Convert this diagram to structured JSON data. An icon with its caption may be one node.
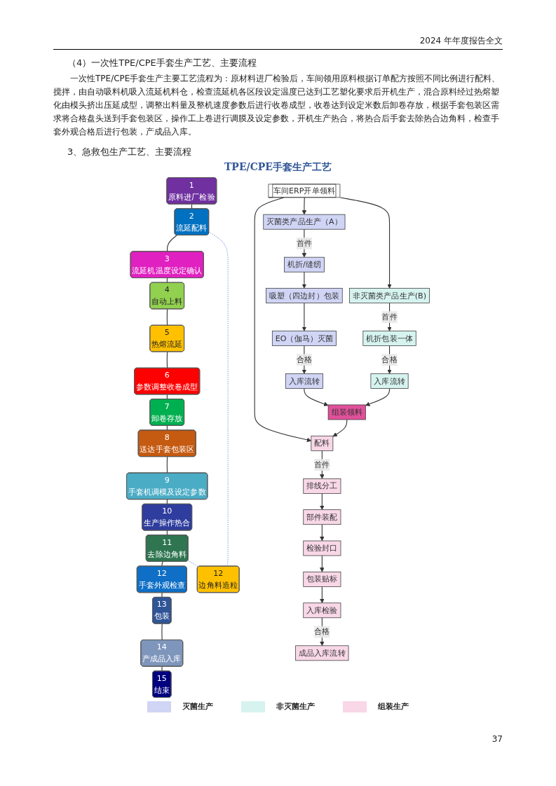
{
  "diagram": {
    "title": "TPE/CPE手套生产工艺",
    "nodes": [
      {
        "text": [
          "1",
          "原料进厂检验"
        ]
      },
      {
        "text": [
          "2",
          "流延配料"
        ]
      },
      {
        "text": [
          "3",
          "流延机温度设定确认"
        ]
      },
      {
        "text": [
          "4",
          "自动上料"
        ]
      },
      {
        "text": [
          "5",
          "热熔流延"
        ]
      },
      {
        "text": [
          "6",
          "参数调整收卷成型"
        ]
      },
      {
        "text": [
          "7",
          "卸卷存放"
        ]
      },
      {
        "text": [
          "8",
          "送达手套包装区"
        ]
      },
      {
        "text": [
          "9",
          "手套机调模及设定参数"
        ]
      },
      {
        "text": [
          "10",
          "生产操作热合"
        ]
      },
      {
        "text": [
          "11",
          "去除边角料"
        ]
      },
      {
        "text": [
          "12",
          "手套外观检查"
        ]
      },
      {
        "text": [
          "13",
          "包装"
        ]
      },
      {
        "text": [
          "14",
          "产成品入库"
        ]
      },
      {
        "text": [
          "15",
          "结束"
        ]
      },
      {
        "text": [
          "12",
          "边角料造粒"
        ]
      },
      {
        "text": [
          "车间ERP开单领料"
        ]
      },
      {
        "text": [
          "灭菌类产品生产（A）"
        ]
      },
      {
        "text": [
          "机折/缝纫"
        ]
      },
      {
        "text": [
          "吸塑（四边封）包装"
        ]
      },
      {
        "text": [
          "EO（伽马）灭菌"
        ]
      },
      {
        "text": [
          "入库流转"
        ]
      },
      {
        "text": [
          "非灭菌类产品生产(B)"
        ]
      },
      {
        "text": [
          "机折包装一体"
        ]
      },
      {
        "text": [
          "入库流转"
        ]
      },
      {
        "text": [
          "组装领料"
        ]
      },
      {
        "text": [
          "配料"
        ]
      },
      {
        "text": [
          "排线分工"
        ]
      },
      {
        "text": [
          "部件装配"
        ]
      },
      {
        "text": [
          "检验封口"
        ]
      },
      {
        "text": [
          "包装贴标"
        ]
      },
      {
        "text": [
          "入库检验"
        ]
      },
      {
        "text": [
          "成品入库流转"
        ]
      }
    ],
    "edges": [
      {
        "from": 0,
        "to": 1,
        "arrow": "none"
      },
      {
        "from": 1,
        "to": 2,
        "arrow": "none"
      },
      {
        "from": 2,
        "to": 3,
        "arrow": "none"
      },
      {
        "from": 3,
        "to": 4,
        "arrow": "none"
      },
      {
        "from": 4,
        "to": 5,
        "arrow": "none"
      },
      {
        "from": 5,
        "to": 6,
        "arrow": "none"
      },
      {
        "from": 6,
        "to": 7,
        "arrow": "none"
      },
      {
        "from": 7,
        "to": 8,
        "arrow": "none"
      },
      {
        "from": 8,
        "to": 9,
        "arrow": "none"
      },
      {
        "from": 9,
        "to": 10,
        "arrow": "none"
      },
      {
        "from": 10,
        "to": 11,
        "arrow": "none"
      },
      {
        "from": 11,
        "to": 12,
        "arrow": "none"
      },
      {
        "from": 12,
        "to": 13,
        "arrow": "none"
      },
      {
        "from": 13,
        "to": 14,
        "arrow": "none"
      },
      {
        "from": 10,
        "to": 15,
        "arrow": "none",
        "style": "dashed",
        "color": "#8ea9db"
      },
      {
        "from": 15,
        "to": 1,
        "arrow": "none",
        "style": "dashed",
        "color": "#8ea9db"
      },
      {
        "from": 16,
        "to": 17,
        "arrow": "to"
      },
      {
        "from": 16,
        "to": 22,
        "arrow": "to"
      },
      {
        "from": 16,
        "to": 26,
        "arrow": "to"
      },
      {
        "from": 17,
        "to": 18,
        "arrow": "to",
        "label": "首件"
      },
      {
        "from": 18,
        "to": 19,
        "arrow": "to"
      },
      {
        "from": 19,
        "to": 20,
        "arrow": "to"
      },
      {
        "from": 20,
        "to": 21,
        "arrow": "to",
        "label": "合格"
      },
      {
        "from": 21,
        "to": 25,
        "arrow": "to"
      },
      {
        "from": 22,
        "to": 23,
        "arrow": "to",
        "label": "首件"
      },
      {
        "from": 23,
        "to": 24,
        "arrow": "to",
        "label": "合格"
      },
      {
        "from": 24,
        "to": 25,
        "arrow": "to"
      },
      {
        "from": 25,
        "to": 26,
        "arrow": "to"
      },
      {
        "from": 26,
        "to": 27,
        "arrow": "to",
        "label": "首件"
      },
      {
        "from": 27,
        "to": 28,
        "arrow": "to"
      },
      {
        "from": 28,
        "to": 29,
        "arrow": "to"
      },
      {
        "from": 29,
        "to": 30,
        "arrow": "to"
      },
      {
        "from": 30,
        "to": 31,
        "arrow": "to"
      },
      {
        "from": 31,
        "to": 32,
        "arrow": "to",
        "label": "合格"
      }
    ],
    "labels": [
      "2024 年年度报告全文",
      "（4）一次性TPE/CPE手套生产工艺、主要流程",
      "一次性TPE/CPE手套生产主要工艺流程为：原材料进厂检验后，车间领用原料根据订单配方按照不同比例进行配料、搅拌，由自动吸料机吸入流延机料仓，检查流延机各区段设定温度已达到工艺塑化要求后开机生产，混合原料经过热熔塑化由模头挤出压延成型，调整出料量及整机速度参数后进行收卷成型，收卷达到设定米数后卸卷存放，根据手套包装区需求将合格盘头送到手套包装区，操作工上卷进行调膜及设定参数，开机生产热合，将热合后手套去除热合边角料，检查手套外观合格后进行包装，产成品入库。",
      "3、急救包生产工艺、主要流程",
      "37"
    ],
    "legend": [
      {
        "text": "灭菌生产",
        "color": "#d0d4f5"
      },
      {
        "text": "非灭菌生产",
        "color": "#d6f3ef"
      },
      {
        "text": "组装生产",
        "color": "#f8d7e6"
      }
    ]
  }
}
